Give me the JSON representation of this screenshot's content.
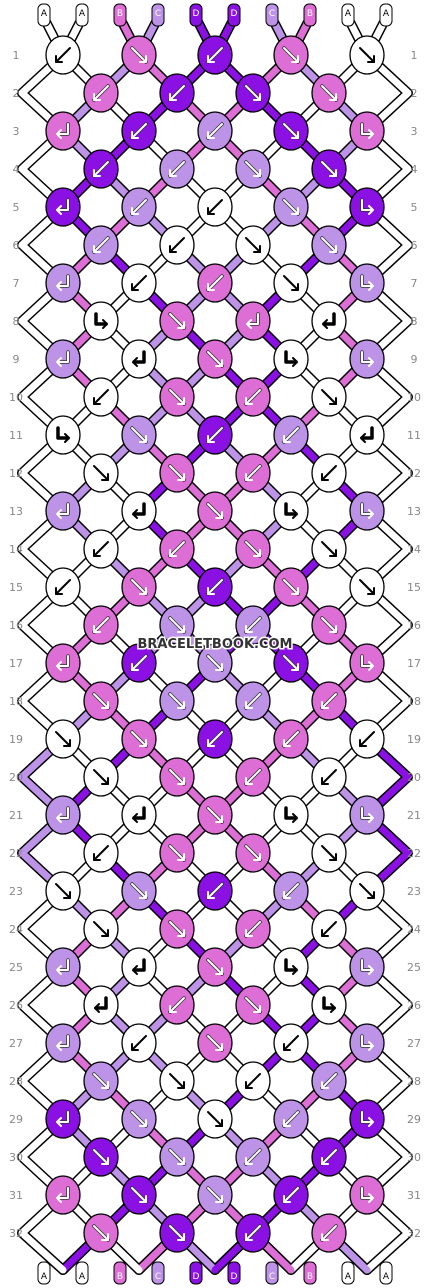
{
  "watermark": "BRACELETBOOK.COM",
  "string_letters": [
    "A",
    "A",
    "B",
    "C",
    "D",
    "D",
    "C",
    "B",
    "A",
    "A"
  ],
  "string_colors": {
    "A": "#ffffff",
    "B": "#dd6ed6",
    "C": "#bd93e8",
    "D": "#8a10e3"
  },
  "outline_color": "#000000",
  "row_label_color": "#888888",
  "rows": [
    {
      "label": "1",
      "knots": [
        [
          "A",
          "bl"
        ],
        [
          "B",
          "br"
        ],
        [
          "D",
          "bl"
        ],
        [
          "B",
          "br"
        ],
        [
          "A",
          "br"
        ]
      ]
    },
    {
      "label": "2",
      "knots": [
        [
          "B",
          "bl"
        ],
        [
          "D",
          "bl"
        ],
        [
          "D",
          "br"
        ],
        [
          "B",
          "br"
        ]
      ]
    },
    {
      "label": "3",
      "knots": [
        [
          "B",
          "fbl"
        ],
        [
          "D",
          "bl"
        ],
        [
          "C",
          "bl"
        ],
        [
          "D",
          "br"
        ],
        [
          "B",
          "fbr"
        ]
      ]
    },
    {
      "label": "4",
      "knots": [
        [
          "D",
          "bl"
        ],
        [
          "C",
          "bl"
        ],
        [
          "C",
          "br"
        ],
        [
          "D",
          "br"
        ]
      ]
    },
    {
      "label": "5",
      "knots": [
        [
          "D",
          "fbl"
        ],
        [
          "C",
          "bl"
        ],
        [
          "A",
          "bl"
        ],
        [
          "C",
          "br"
        ],
        [
          "D",
          "fbr"
        ]
      ]
    },
    {
      "label": "6",
      "knots": [
        [
          "C",
          "bl"
        ],
        [
          "A",
          "bl"
        ],
        [
          "A",
          "br"
        ],
        [
          "C",
          "br"
        ]
      ]
    },
    {
      "label": "7",
      "knots": [
        [
          "C",
          "fbl"
        ],
        [
          "A",
          "bl"
        ],
        [
          "B",
          "bl"
        ],
        [
          "A",
          "br"
        ],
        [
          "C",
          "fbr"
        ]
      ]
    },
    {
      "label": "8",
      "knots": [
        [
          "A",
          "fbr"
        ],
        [
          "B",
          "br"
        ],
        [
          "B",
          "fbl"
        ],
        [
          "A",
          "fbl"
        ]
      ]
    },
    {
      "label": "9",
      "knots": [
        [
          "C",
          "fbl"
        ],
        [
          "A",
          "fbl"
        ],
        [
          "B",
          "br"
        ],
        [
          "A",
          "fbr"
        ],
        [
          "C",
          "fbr"
        ]
      ]
    },
    {
      "label": "10",
      "knots": [
        [
          "A",
          "bl"
        ],
        [
          "B",
          "br"
        ],
        [
          "B",
          "bl"
        ],
        [
          "A",
          "br"
        ]
      ]
    },
    {
      "label": "11",
      "knots": [
        [
          "A",
          "fbr"
        ],
        [
          "C",
          "br"
        ],
        [
          "D",
          "bl"
        ],
        [
          "C",
          "bl"
        ],
        [
          "A",
          "fbl"
        ]
      ]
    },
    {
      "label": "12",
      "knots": [
        [
          "A",
          "br"
        ],
        [
          "B",
          "br"
        ],
        [
          "B",
          "bl"
        ],
        [
          "A",
          "bl"
        ]
      ]
    },
    {
      "label": "13",
      "knots": [
        [
          "C",
          "fbl"
        ],
        [
          "A",
          "fbl"
        ],
        [
          "B",
          "br"
        ],
        [
          "A",
          "fbr"
        ],
        [
          "C",
          "fbr"
        ]
      ]
    },
    {
      "label": "14",
      "knots": [
        [
          "A",
          "bl"
        ],
        [
          "B",
          "bl"
        ],
        [
          "B",
          "br"
        ],
        [
          "A",
          "br"
        ]
      ]
    },
    {
      "label": "15",
      "knots": [
        [
          "A",
          "bl"
        ],
        [
          "B",
          "br"
        ],
        [
          "D",
          "bl"
        ],
        [
          "B",
          "br"
        ],
        [
          "A",
          "br"
        ]
      ]
    },
    {
      "label": "16",
      "knots": [
        [
          "B",
          "bl"
        ],
        [
          "C",
          "br"
        ],
        [
          "C",
          "bl"
        ],
        [
          "B",
          "br"
        ]
      ]
    },
    {
      "label": "17",
      "knots": [
        [
          "B",
          "fbl"
        ],
        [
          "D",
          "bl"
        ],
        [
          "C",
          "br"
        ],
        [
          "D",
          "br"
        ],
        [
          "B",
          "fbr"
        ]
      ]
    },
    {
      "label": "18",
      "knots": [
        [
          "B",
          "br"
        ],
        [
          "C",
          "br"
        ],
        [
          "C",
          "bl"
        ],
        [
          "B",
          "bl"
        ]
      ]
    },
    {
      "label": "19",
      "knots": [
        [
          "A",
          "br"
        ],
        [
          "B",
          "br"
        ],
        [
          "D",
          "bl"
        ],
        [
          "B",
          "bl"
        ],
        [
          "A",
          "bl"
        ]
      ]
    },
    {
      "label": "20",
      "knots": [
        [
          "A",
          "br"
        ],
        [
          "B",
          "br"
        ],
        [
          "B",
          "bl"
        ],
        [
          "A",
          "bl"
        ]
      ]
    },
    {
      "label": "21",
      "knots": [
        [
          "C",
          "fbl"
        ],
        [
          "A",
          "fbl"
        ],
        [
          "B",
          "br"
        ],
        [
          "A",
          "fbr"
        ],
        [
          "C",
          "fbr"
        ]
      ]
    },
    {
      "label": "22",
      "knots": [
        [
          "A",
          "bl"
        ],
        [
          "B",
          "br"
        ],
        [
          "B",
          "br"
        ],
        [
          "A",
          "br"
        ]
      ]
    },
    {
      "label": "23",
      "knots": [
        [
          "A",
          "br"
        ],
        [
          "C",
          "br"
        ],
        [
          "D",
          "bl"
        ],
        [
          "C",
          "bl"
        ],
        [
          "A",
          "br"
        ]
      ]
    },
    {
      "label": "24",
      "knots": [
        [
          "A",
          "br"
        ],
        [
          "B",
          "br"
        ],
        [
          "B",
          "bl"
        ],
        [
          "A",
          "bl"
        ]
      ]
    },
    {
      "label": "25",
      "knots": [
        [
          "C",
          "fbl"
        ],
        [
          "A",
          "fbl"
        ],
        [
          "B",
          "br"
        ],
        [
          "A",
          "fbr"
        ],
        [
          "C",
          "fbr"
        ]
      ]
    },
    {
      "label": "26",
      "knots": [
        [
          "A",
          "fbl"
        ],
        [
          "B",
          "bl"
        ],
        [
          "B",
          "br"
        ],
        [
          "A",
          "fbr"
        ]
      ]
    },
    {
      "label": "27",
      "knots": [
        [
          "C",
          "fbl"
        ],
        [
          "A",
          "bl"
        ],
        [
          "B",
          "br"
        ],
        [
          "A",
          "bl"
        ],
        [
          "C",
          "fbr"
        ]
      ]
    },
    {
      "label": "28",
      "knots": [
        [
          "C",
          "br"
        ],
        [
          "A",
          "br"
        ],
        [
          "A",
          "bl"
        ],
        [
          "C",
          "bl"
        ]
      ]
    },
    {
      "label": "29",
      "knots": [
        [
          "D",
          "fbl"
        ],
        [
          "C",
          "br"
        ],
        [
          "A",
          "br"
        ],
        [
          "C",
          "bl"
        ],
        [
          "D",
          "fbr"
        ]
      ]
    },
    {
      "label": "30",
      "knots": [
        [
          "D",
          "br"
        ],
        [
          "C",
          "br"
        ],
        [
          "C",
          "bl"
        ],
        [
          "D",
          "bl"
        ]
      ]
    },
    {
      "label": "31",
      "knots": [
        [
          "B",
          "fbl"
        ],
        [
          "D",
          "br"
        ],
        [
          "C",
          "br"
        ],
        [
          "D",
          "bl"
        ],
        [
          "B",
          "fbr"
        ]
      ]
    },
    {
      "label": "32",
      "knots": [
        [
          "B",
          "br"
        ],
        [
          "D",
          "br"
        ],
        [
          "D",
          "bl"
        ],
        [
          "B",
          "bl"
        ]
      ]
    }
  ]
}
